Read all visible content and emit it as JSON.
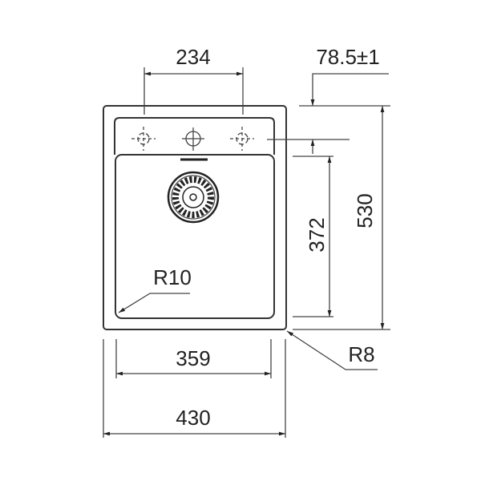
{
  "drawing": {
    "dimensions": {
      "tap_spacing": "234",
      "deck_offset": "78.5±1",
      "bowl_length": "372",
      "overall_length": "530",
      "bowl_width": "359",
      "overall_width": "430",
      "bowl_radius": "R10",
      "outer_radius": "R8"
    },
    "line_color": "#333333"
  }
}
